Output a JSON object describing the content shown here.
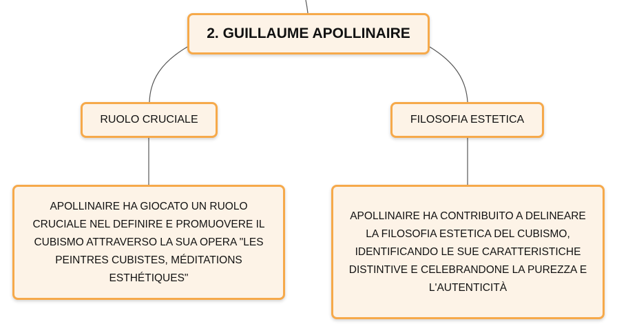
{
  "colors": {
    "node_fill": "#fdf3e7",
    "node_border": "#f6a94a",
    "connector": "#555555",
    "text": "#111111"
  },
  "map": {
    "root": {
      "label": "2. GUILLAUME APOLLINAIRE"
    },
    "branches": [
      {
        "label": "RUOLO CRUCIALE",
        "detail": "APOLLINAIRE HA GIOCATO UN RUOLO CRUCIALE NEL DEFINIRE E PROMUOVERE IL CUBISMO ATTRAVERSO LA SUA OPERA \"LES PEINTRES CUBISTES, MÉDITATIONS ESTHÉTIQUES\""
      },
      {
        "label": "FILOSOFIA ESTETICA",
        "detail": "APOLLINAIRE HA CONTRIBUITO A DELINEARE LA FILOSOFIA ESTETICA DEL CUBISMO, IDENTIFICANDO LE SUE CARATTERISTICHE DISTINTIVE E CELEBRANDONE LA PUREZZA E L'AUTENTICITÀ"
      }
    ]
  }
}
